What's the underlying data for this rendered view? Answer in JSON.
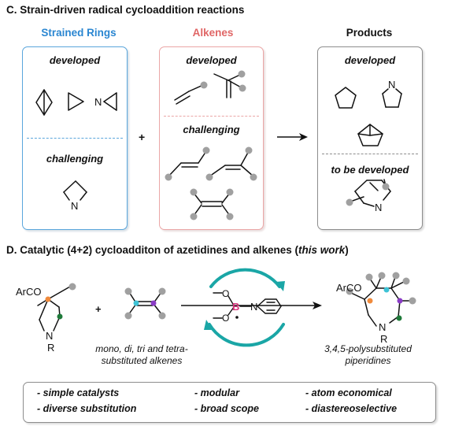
{
  "section_c": {
    "label": "C. Strain-driven radical cycloaddition reactions",
    "columns": {
      "rings": {
        "title": "Strained Rings",
        "color": "#2a86d1"
      },
      "alkenes": {
        "title": "Alkenes",
        "color": "#e06666"
      },
      "products": {
        "title": "Products",
        "color": "#111111"
      }
    },
    "rings_panel": {
      "top_label": "developed",
      "bottom_label": "challenging",
      "aziridine_atom": "N",
      "azetidine_atom": "N"
    },
    "alkenes_panel": {
      "top_label": "developed",
      "bottom_label": "challenging"
    },
    "products_panel": {
      "top_label": "developed",
      "bottom_label": "to be developed",
      "pyrrolidine_atom": "N",
      "piperidine_atom": "N"
    },
    "plus": "+"
  },
  "section_d": {
    "label_prefix": "D. Catalytic (4+2) cycloadditon of azetidines and alkenes (",
    "label_italic": "this work",
    "label_suffix": ")",
    "azetidine": {
      "acyl": "ArCO",
      "n": "N",
      "r": "R"
    },
    "plus": "+",
    "alkene_note": "mono, di, tri and tetra-substituted alkenes",
    "catalyst": {
      "boron": "B",
      "nitrogen": "N",
      "o1": "O",
      "o2": "O"
    },
    "product": {
      "acyl": "ArCO",
      "n": "N",
      "r": "R"
    },
    "product_note": "3,4,5-polysubstituted piperidines"
  },
  "benefits": [
    "- simple catalysts",
    "- modular",
    "- atom economical",
    "- diverse substitution",
    "- broad scope",
    "- diastereoselective"
  ],
  "colors": {
    "blue_panel": "#5aa6dc",
    "pink_panel": "#eba6a6",
    "gray_panel": "#8d8d8d",
    "teal_arrow": "#1aa6a6",
    "orange_atom": "#f08a3c",
    "green_atom": "#1f7a3a",
    "cyan_atom": "#3ec3d6",
    "purple_atom": "#8a3cc6",
    "boron_pink": "#d6337a",
    "substituent_gray": "#a0a0a0"
  }
}
